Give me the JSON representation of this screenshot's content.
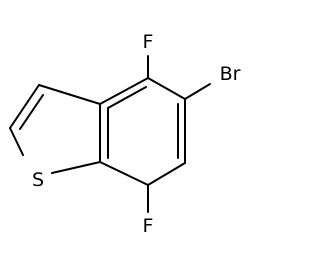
{
  "molecule": {
    "atoms": {
      "fluorine_top": "F",
      "bromine": "Br",
      "sulfur": "S",
      "fluorine_bottom": "F"
    }
  }
}
